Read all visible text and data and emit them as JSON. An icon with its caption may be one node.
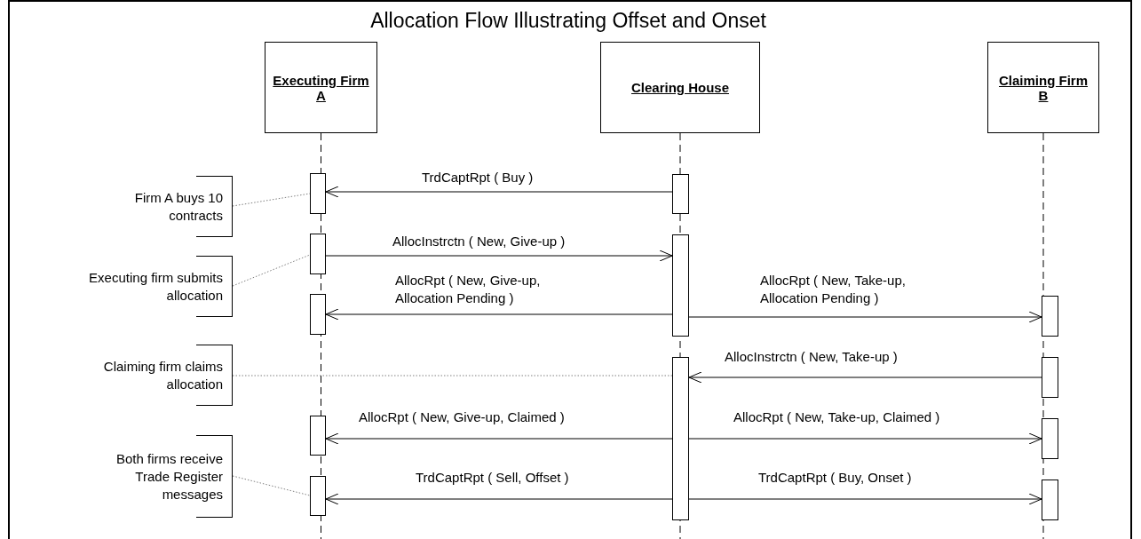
{
  "diagram": {
    "title": "Allocation Flow Illustrating Offset and Onset",
    "nodes": [
      {
        "text": [
          "Executing Firm A"
        ]
      },
      {
        "text": [
          "Clearing House"
        ]
      },
      {
        "text": [
          "Claiming Firm B"
        ]
      },
      {
        "text": [
          "Firm A buys 10 contracts"
        ]
      },
      {
        "text": [],
        "shape": "bar"
      },
      {
        "text": [],
        "shape": "bar"
      },
      {
        "text": [
          "Executing firm submits allocation"
        ]
      },
      {
        "text": [],
        "shape": "bar"
      },
      {
        "text": [],
        "shape": "bar"
      },
      {
        "text": [],
        "shape": "bar"
      },
      {
        "text": [],
        "shape": "bar"
      },
      {
        "text": [
          "Claiming firm claims allocation"
        ]
      },
      {
        "text": [],
        "shape": "bar"
      },
      {
        "text": [],
        "shape": "bar"
      },
      {
        "text": [],
        "shape": "bar"
      },
      {
        "text": [],
        "shape": "bar"
      },
      {
        "text": [
          "Both firms receive Trade Register messages"
        ]
      },
      {
        "text": [],
        "shape": "bar"
      },
      {
        "text": [],
        "shape": "bar"
      }
    ],
    "edges": [
      {
        "from": 5,
        "to": 4,
        "arrow": "to",
        "label": "TrdCaptRpt ( Buy )"
      },
      {
        "from": 7,
        "to": 8,
        "arrow": "to",
        "label": "AllocInstrctn ( New, Give-up )"
      },
      {
        "from": 8,
        "to": 9,
        "arrow": "to",
        "label": "AllocRpt ( New, Give-up, Allocation Pending )"
      },
      {
        "from": 8,
        "to": 10,
        "arrow": "to",
        "label": "AllocRpt ( New, Take-up, Allocation Pending )"
      },
      {
        "from": 13,
        "to": 12,
        "arrow": "to",
        "label": "AllocInstrctn ( New, Take-up )"
      },
      {
        "from": 12,
        "to": 14,
        "arrow": "to",
        "label": "AllocRpt ( New, Give-up, Claimed )"
      },
      {
        "from": 12,
        "to": 15,
        "arrow": "to",
        "label": "AllocRpt ( New, Take-up, Claimed )"
      },
      {
        "from": 12,
        "to": 17,
        "arrow": "to",
        "label": "TrdCaptRpt ( Sell, Offset )"
      },
      {
        "from": 12,
        "to": 18,
        "arrow": "to",
        "label": "TrdCaptRpt ( Buy, Onset )"
      },
      {
        "from": 3,
        "to": 4,
        "arrow": "none",
        "style": "dashed",
        "color": "#808080"
      },
      {
        "from": 6,
        "to": 7,
        "arrow": "none",
        "style": "dashed",
        "color": "#808080"
      },
      {
        "from": 11,
        "to": 12,
        "arrow": "none",
        "style": "dashed",
        "color": "#808080"
      },
      {
        "from": 16,
        "to": 17,
        "arrow": "none",
        "style": "dashed",
        "color": "#808080"
      }
    ]
  }
}
